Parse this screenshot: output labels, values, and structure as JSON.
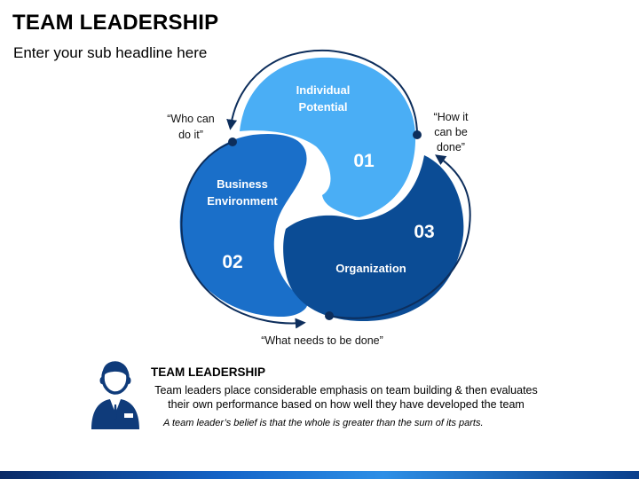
{
  "header": {
    "title": "TEAM LEADERSHIP",
    "subtitle": "Enter your sub headline here"
  },
  "diagram": {
    "segments": [
      {
        "number": "01",
        "label_line1": "Individual",
        "label_line2": "Potential",
        "color": "#4aaef5"
      },
      {
        "number": "02",
        "label_line1": "Business",
        "label_line2": "Environment",
        "color": "#1a6fc9"
      },
      {
        "number": "03",
        "label_line1": "Organization",
        "label_line2": "",
        "color": "#0b4c95"
      }
    ],
    "quotes": {
      "top_left_line1": "“Who can",
      "top_left_line2": "do it”",
      "top_right_line1": "“How it",
      "top_right_line2": "can be",
      "top_right_line3": "done”",
      "bottom": "“What needs to be done”"
    },
    "arrow_color": "#0d2e5c"
  },
  "description": {
    "title": "TEAM LEADERSHIP",
    "body": "Team leaders place considerable emphasis on team building & then evaluates their own performance based on how well they have developed the team",
    "quote": "A team leader’s belief is that the whole is greater than the sum of its parts."
  },
  "icons": {
    "person": "businessman-icon"
  }
}
